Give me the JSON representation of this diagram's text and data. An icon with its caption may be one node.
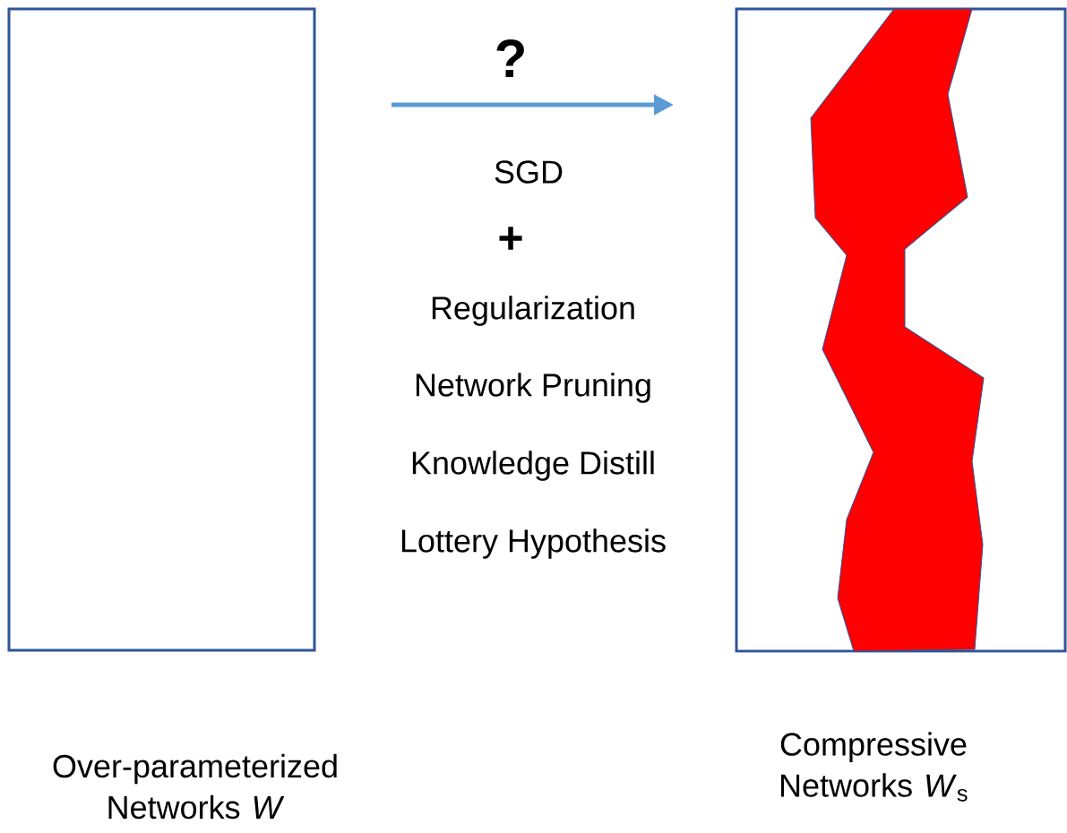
{
  "diagram": {
    "nodes": [
      {
        "text": [
          "Over-parameterized Networks *W*"
        ]
      },
      {
        "text": [
          "Compressive Networks *W*$_{s}$"
        ]
      }
    ],
    "labels": [
      "?",
      "SGD",
      "+",
      "Regularization",
      "Network Pruning",
      "Knowledge Distill",
      "Lottery Hypothesis"
    ]
  }
}
